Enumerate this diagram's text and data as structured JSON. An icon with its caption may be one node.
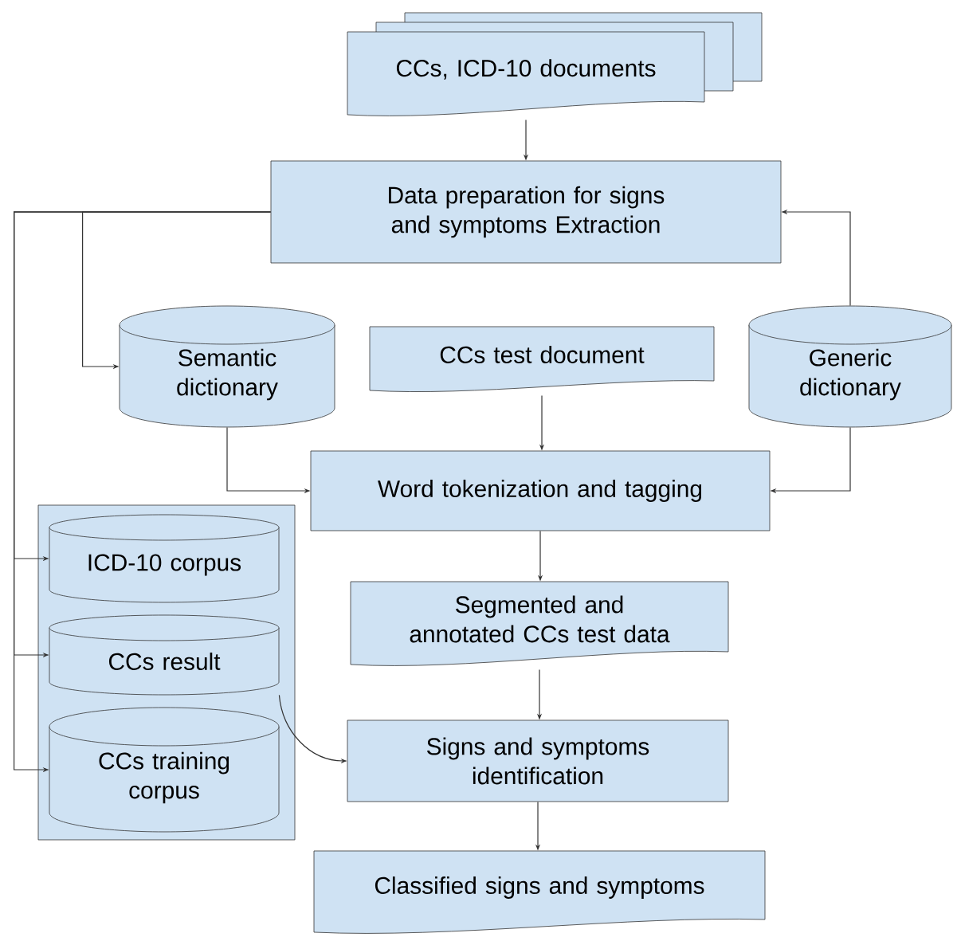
{
  "diagram": {
    "nodes": [
      {
        "text": [
          "CCs, ICD-10 documents"
        ]
      },
      {
        "text": [
          "Data preparation for signs and symptoms Extraction"
        ]
      },
      {
        "text": [
          "Semantic dictionary"
        ]
      },
      {
        "text": [
          "CCs test document"
        ]
      },
      {
        "text": [
          "Generic dictionary"
        ]
      },
      {
        "text": [
          "Word tokenization and tagging"
        ]
      },
      {
        "text": [],
        "shape": "box"
      },
      {
        "text": [
          "ICD-10 corpus"
        ],
        "in": 6
      },
      {
        "text": [
          "CCs result"
        ],
        "in": 6
      },
      {
        "text": [
          "CCs training corpus"
        ],
        "in": 6
      },
      {
        "text": [
          "Segmented and annotated CCs test data"
        ]
      },
      {
        "text": [
          "Signs and symptoms identification"
        ]
      },
      {
        "text": [
          "Classified signs and symptoms"
        ]
      }
    ],
    "edges": [
      {
        "from": 0,
        "to": 1,
        "arrow": "to"
      },
      {
        "from": 4,
        "to": 1,
        "arrow": "to"
      },
      {
        "from": 1,
        "to": 2,
        "arrow": "to"
      },
      {
        "from": 1,
        "to": 7,
        "arrow": "to"
      },
      {
        "from": 1,
        "to": 8,
        "arrow": "to"
      },
      {
        "from": 1,
        "to": 9,
        "arrow": "to"
      },
      {
        "from": 2,
        "to": 5,
        "arrow": "to"
      },
      {
        "from": 3,
        "to": 5,
        "arrow": "to"
      },
      {
        "from": 4,
        "to": 5,
        "arrow": "to"
      },
      {
        "from": 5,
        "to": 10,
        "arrow": "to"
      },
      {
        "from": 10,
        "to": 11,
        "arrow": "to"
      },
      {
        "from": 8,
        "to": 11,
        "arrow": "to"
      },
      {
        "from": 11,
        "to": 12,
        "arrow": "to"
      }
    ]
  }
}
